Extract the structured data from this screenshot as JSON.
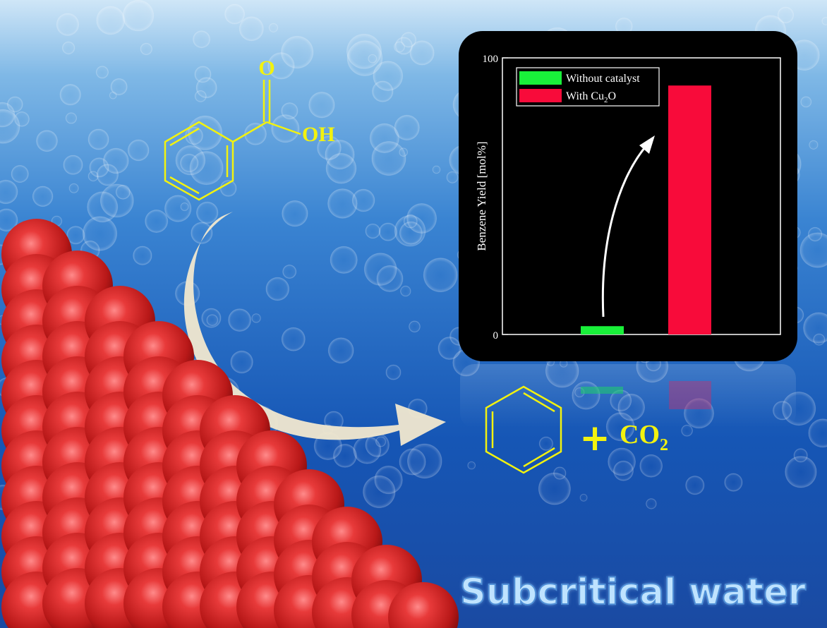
{
  "molecule_top": {
    "oxygen_label": "O",
    "hydroxyl_label": "OH"
  },
  "product": {
    "plus_symbol": "+",
    "co2_main": "CO",
    "co2_subscript": "2"
  },
  "title": "Subcritical water",
  "colors": {
    "molecule": "#f2f20f",
    "sphere": "#d42a2a",
    "arrow": "#f1e8cf",
    "bar_without": "#19f03a",
    "bar_with": "#f80b3a"
  },
  "chart_data": {
    "type": "bar",
    "ylabel": "Benzene Yield [mol%]",
    "ylim": [
      0,
      100
    ],
    "yticks": [
      "0",
      "100"
    ],
    "series": [
      {
        "name": "Without catalyst",
        "value": 3,
        "color": "#19f03a"
      },
      {
        "name": "With Cu₂O",
        "name_main": "With Cu",
        "name_sub": "2",
        "name_tail": "O",
        "value": 90,
        "color": "#f80b3a"
      }
    ]
  }
}
